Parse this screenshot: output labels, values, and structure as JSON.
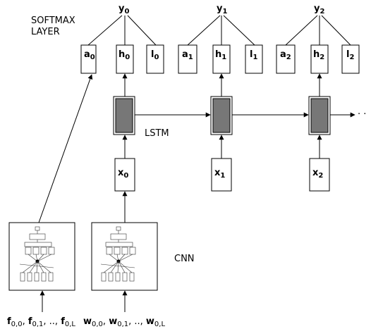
{
  "labels": {
    "softmax_line1": "SOFTMAX",
    "softmax_line2": "LAYER",
    "lstm": "LSTM",
    "cnn": "CNN",
    "ellipsis": "· ·"
  },
  "steps": [
    {
      "y": {
        "base": "y",
        "sub": "0"
      },
      "a": {
        "base": "a",
        "sub": "0"
      },
      "h": {
        "base": "h",
        "sub": "0"
      },
      "l": {
        "base": "l",
        "sub": "0"
      },
      "x": {
        "base": "x",
        "sub": "0"
      }
    },
    {
      "y": {
        "base": "y",
        "sub": "1"
      },
      "a": {
        "base": "a",
        "sub": "1"
      },
      "h": {
        "base": "h",
        "sub": "1"
      },
      "l": {
        "base": "l",
        "sub": "1"
      },
      "x": {
        "base": "x",
        "sub": "1"
      }
    },
    {
      "y": {
        "base": "y",
        "sub": "2"
      },
      "a": {
        "base": "a",
        "sub": "2"
      },
      "h": {
        "base": "h",
        "sub": "2"
      },
      "l": {
        "base": "l",
        "sub": "2"
      },
      "x": {
        "base": "x",
        "sub": "2"
      }
    }
  ],
  "inputs": {
    "f": [
      {
        "base": "f",
        "sub": "0,0",
        "sep": ", "
      },
      {
        "base": "f",
        "sub": "0,1",
        "sep": ", .., "
      },
      {
        "base": "f",
        "sub": "0,L",
        "sep": ""
      }
    ],
    "w": [
      {
        "base": "w",
        "sub": "0,0",
        "sep": ", "
      },
      {
        "base": "w",
        "sub": "0,1",
        "sep": ", .., "
      },
      {
        "base": "w",
        "sub": "0,L",
        "sep": ""
      }
    ]
  },
  "colors": {
    "lstm_fill": "#777777",
    "line": "#000000"
  }
}
